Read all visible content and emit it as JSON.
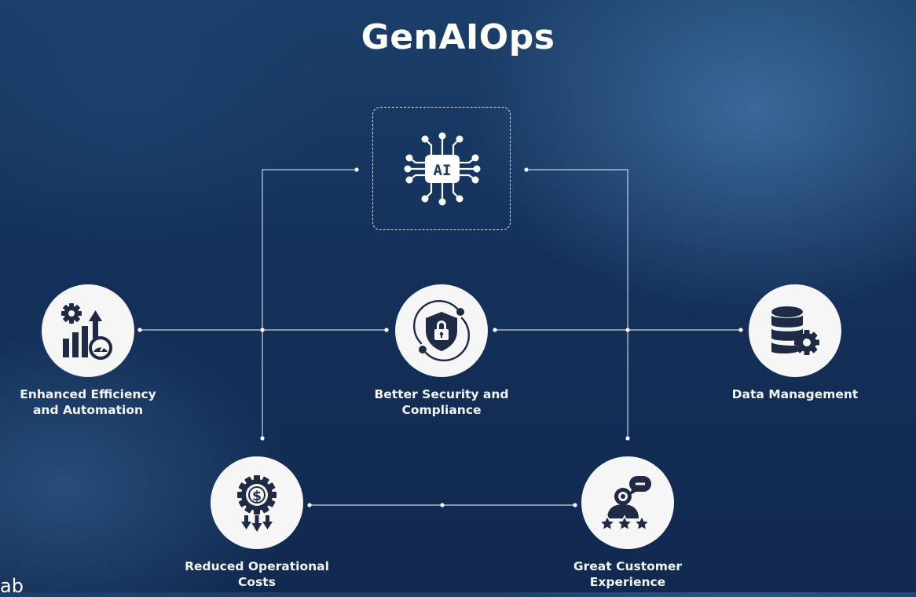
{
  "title": "GenAIOps",
  "center_chip": {
    "label": "AI",
    "icon": "ai-chip-icon"
  },
  "nodes": {
    "efficiency": {
      "label_line1": "Enhanced Efficiency",
      "label_line2": "and Automation",
      "icon": "gear-chart-gauge-icon"
    },
    "security": {
      "label_line1": "Better Security and",
      "label_line2": "Compliance",
      "icon": "shield-lock-icon"
    },
    "data": {
      "label_line1": "Data Management",
      "icon": "database-gear-icon"
    },
    "costs": {
      "label_line1": "Reduced Operational",
      "label_line2": "Costs",
      "icon": "dollar-gear-icon"
    },
    "customer": {
      "label_line1": "Great Customer",
      "label_line2": "Experience",
      "icon": "customer-stars-icon"
    }
  },
  "corner_text": "ab",
  "colors": {
    "line": "#c9d3de",
    "node_bg": "#f6f6f6",
    "icon": "#1f2a44",
    "text": "#ffffff"
  }
}
